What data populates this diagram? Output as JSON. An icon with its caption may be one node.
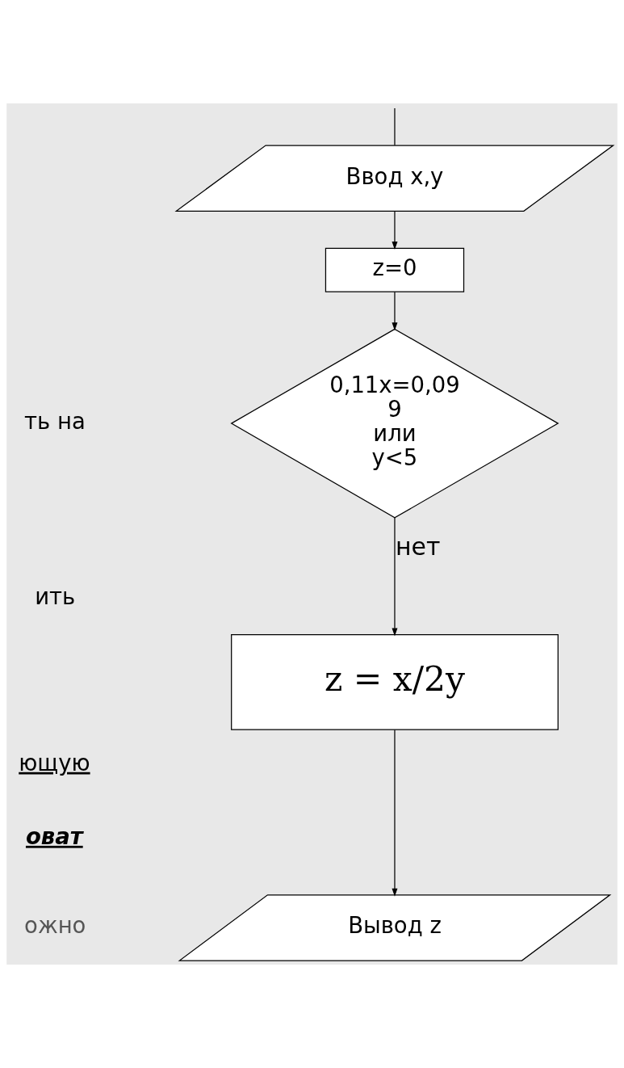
{
  "diagram": {
    "nodes": [
      {
        "text": [
          "Ввод x,y"
        ]
      },
      {
        "text": [
          "z=0"
        ]
      },
      {
        "text": [
          "0,11x=0,09 9 или y<5"
        ]
      },
      {
        "text": [
          "z = x/2y"
        ]
      },
      {
        "text": [
          "Вывод z"
        ]
      }
    ],
    "edges": [
      {
        "from": null,
        "to": 0,
        "arrow": "none"
      },
      {
        "from": 0,
        "to": 1,
        "arrow": "to"
      },
      {
        "from": 1,
        "to": 2,
        "arrow": "to"
      },
      {
        "from": 2,
        "to": 3,
        "arrow": "to",
        "label": "нет"
      },
      {
        "from": 3,
        "to": 4,
        "arrow": "to"
      }
    ],
    "labels": [
      "ть на",
      "ить",
      "ющую",
      "оват",
      "ожно"
    ]
  }
}
